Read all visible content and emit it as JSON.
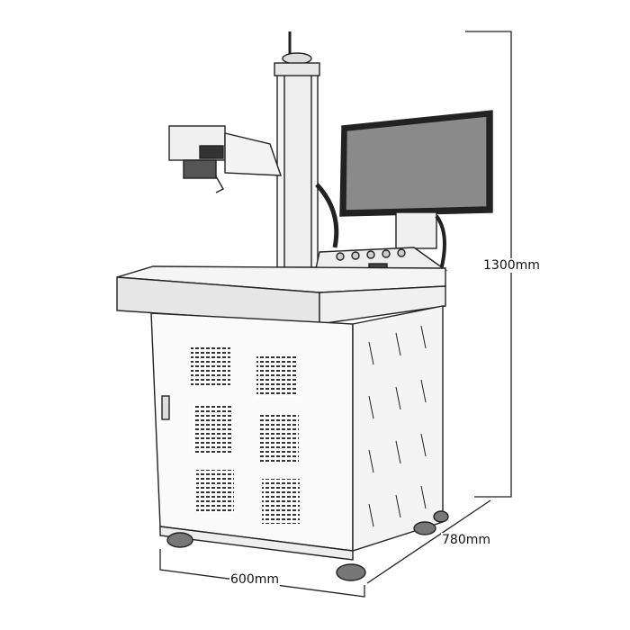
{
  "dimensions": {
    "height": "1300mm",
    "depth": "780mm",
    "width": "600mm"
  },
  "colors": {
    "line": "#222222",
    "screen": "#8a8a8a",
    "body": "#f4f4f4"
  }
}
